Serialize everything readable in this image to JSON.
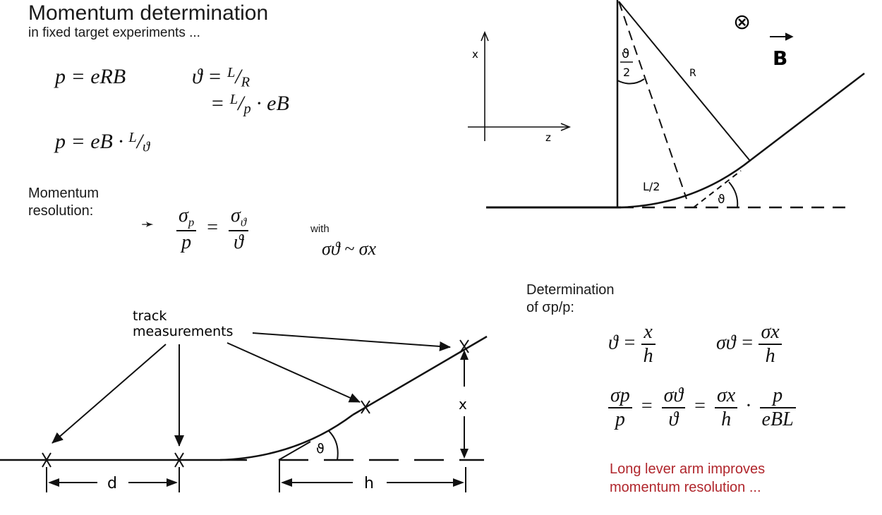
{
  "header": {
    "title": "Momentum determination",
    "subtitle": "in fixed target experiments ..."
  },
  "equations": {
    "p_eRB": "p = eRB",
    "theta_LR_lhs": "ϑ =",
    "theta_L": "L",
    "theta_R": "R",
    "theta_eq2": "=",
    "theta_L2": "L",
    "theta_p": "p",
    "theta_eB": "· eB",
    "p_lhs": "p = eB ·",
    "p_L": "L",
    "p_theta": "ϑ"
  },
  "resolution": {
    "label": "Momentum resolution:",
    "arrow": "➛",
    "sig_p": "σ",
    "sub_p": "p",
    "den_p": "p",
    "eq": "=",
    "sig_t": "σ",
    "sub_t": "ϑ",
    "den_t": "ϑ",
    "with": "with",
    "relation": "σϑ ~ σx"
  },
  "determination": {
    "label_line1": "Determination",
    "label_line2": "of σp/p:",
    "theta_eq": "ϑ =",
    "x": "x",
    "h": "h",
    "sigma_theta_eq": "σϑ =",
    "sigma_x": "σx",
    "h2": "h",
    "eq3_sp": "σp",
    "eq3_p": "p",
    "eq3_st": "σϑ",
    "eq3_t": "ϑ",
    "eq3_sx": "σx",
    "eq3_h": "h",
    "eq3_pn": "p",
    "eq3_eBL": "eBL"
  },
  "conclusion": {
    "line1": "Long lever arm improves",
    "line2": "momentum resolution ..."
  },
  "top_diagram": {
    "x_axis": "x",
    "z_axis": "z",
    "theta_half_num": "ϑ",
    "theta_half_den": "2",
    "radius": "R",
    "half_length": "L/2",
    "angle": "ϑ",
    "b_field": "B",
    "field_symbol": "⊗"
  },
  "bottom_diagram": {
    "label_line1": "track",
    "label_line2": "measurements",
    "x": "x",
    "angle": "ϑ",
    "d": "d",
    "h": "h"
  },
  "colors": {
    "text": "#1a1a1a",
    "accent_red": "#b0262c"
  }
}
